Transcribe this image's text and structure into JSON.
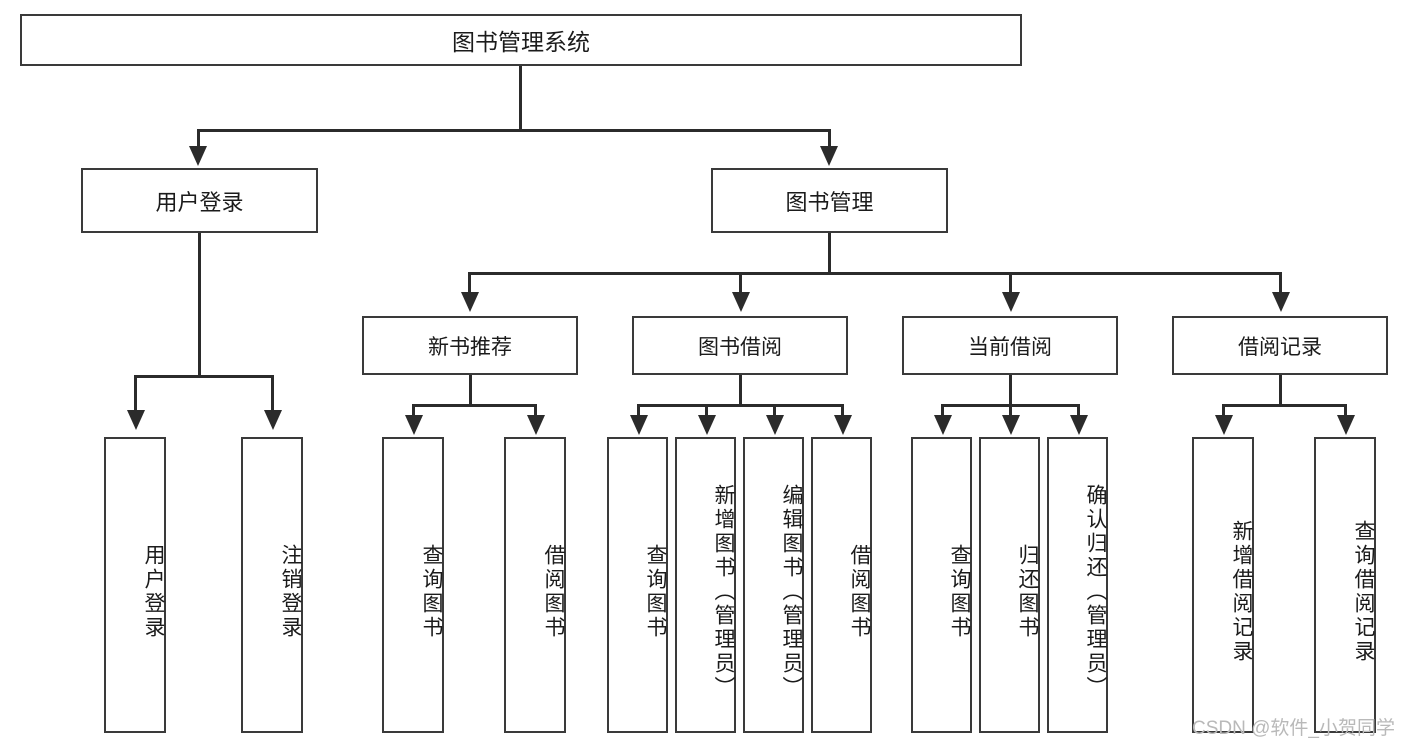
{
  "diagram": {
    "title": "图书管理系统",
    "type": "hierarchy-tree",
    "root": {
      "label": "图书管理系统"
    },
    "level2": [
      {
        "label": "用户登录"
      },
      {
        "label": "图书管理"
      }
    ],
    "level3": [
      {
        "label": "新书推荐"
      },
      {
        "label": "图书借阅"
      },
      {
        "label": "当前借阅"
      },
      {
        "label": "借阅记录"
      }
    ],
    "leaves": {
      "user_login": [
        {
          "label": "用户登录"
        },
        {
          "label": "注销登录"
        }
      ],
      "new_book_recommend": [
        {
          "label": "查询图书"
        },
        {
          "label": "借阅图书"
        }
      ],
      "book_borrow": [
        {
          "label": "查询图书"
        },
        {
          "label": "新增图书（管理员）"
        },
        {
          "label": "编辑图书（管理员）"
        },
        {
          "label": "借阅图书"
        }
      ],
      "current_borrow": [
        {
          "label": "查询图书"
        },
        {
          "label": "归还图书"
        },
        {
          "label": "确认归还（管理员）"
        }
      ],
      "borrow_record": [
        {
          "label": "新增借阅记录"
        },
        {
          "label": "查询借阅记录"
        }
      ]
    }
  },
  "watermark": {
    "text": "CSDN @软件_小贺同学"
  },
  "colors": {
    "box_border": "#3a3a3a",
    "connector": "#2b2b2b",
    "background": "#ffffff",
    "text": "#1b1b1b",
    "watermark": "#b9b9b9"
  }
}
